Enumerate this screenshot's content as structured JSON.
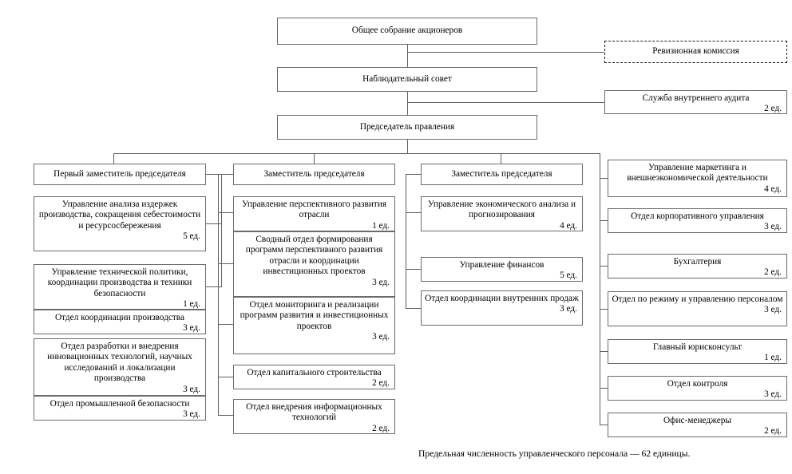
{
  "diagram": {
    "title_text": "Предельная численность управленческого персонала — 62 единицы.",
    "units_suffix": "ед.",
    "colors": {
      "border": "#6b6b6b",
      "dashed_border": "#1a1a1a",
      "line": "#5f5f5f",
      "background": "#ffffff"
    }
  },
  "top": {
    "shareholders_meeting": {
      "title": "Общее собрание акционеров",
      "units": ""
    },
    "audit_commission": {
      "title": "Ревизионная комиссия",
      "units": ""
    },
    "supervisory_board": {
      "title": "Наблюдательный совет",
      "units": ""
    },
    "internal_audit_service": {
      "title": "Служба внутреннего аудита",
      "units": "2 ед."
    },
    "chairman_of_board": {
      "title": "Председатель правления",
      "units": ""
    }
  },
  "columns": [
    {
      "head": {
        "title": "Первый заместитель председателя",
        "units": ""
      },
      "items": [
        {
          "title": "Управление анализа издержек производства, сокращения себестоимости и ресурсосбережения",
          "units": "5 ед."
        },
        {
          "title": "Управление технической политики, координации производства и техники безопасности",
          "units": "1 ед."
        },
        {
          "title": "Отдел координации производства",
          "units": "3 ед."
        },
        {
          "title": "Отдел разработки и внедрения инновационных технологий, научных исследований и локализации производства",
          "units": "3 ед."
        },
        {
          "title": "Отдел промышленной безопасности",
          "units": "3 ед."
        }
      ]
    },
    {
      "head": {
        "title": "Заместитель председателя",
        "units": ""
      },
      "items": [
        {
          "title": "Управление перспективного развития отрасли",
          "units": "1 ед."
        },
        {
          "title": "Сводный отдел формирования программ перспективного развития отрасли и координации инвестиционных проектов",
          "units": "3 ед."
        },
        {
          "title": "Отдел мониторинга и реализации программ развития и инвестиционных проектов",
          "units": "3 ед."
        },
        {
          "title": "Отдел капитального строительства",
          "units": "2 ед."
        },
        {
          "title": "Отдел внедрения информационных технологий",
          "units": "2 ед."
        }
      ]
    },
    {
      "head": {
        "title": "Заместитель председателя",
        "units": ""
      },
      "items": [
        {
          "title": "Управление экономического анализа и прогнозирования",
          "units": "4 ед."
        },
        {
          "title": "Управление финансов",
          "units": "5 ед."
        },
        {
          "title": "Отдел координации внутренних продаж",
          "units": "3 ед."
        }
      ]
    },
    {
      "head": null,
      "items": [
        {
          "title": "Управление маркетинга и внешнеэкономической деятельности",
          "units": "4 ед."
        },
        {
          "title": "Отдел корпоративного управления",
          "units": "3 ед."
        },
        {
          "title": "Бухгалтерия",
          "units": "2 ед."
        },
        {
          "title": "Отдел по режиму и управлению персоналом",
          "units": "3 ед."
        },
        {
          "title": "Главный юрисконсульт",
          "units": "1 ед."
        },
        {
          "title": "Отдел контроля",
          "units": "3 ед."
        },
        {
          "title": "Офис-менеджеры",
          "units": "2 ед."
        }
      ]
    }
  ]
}
